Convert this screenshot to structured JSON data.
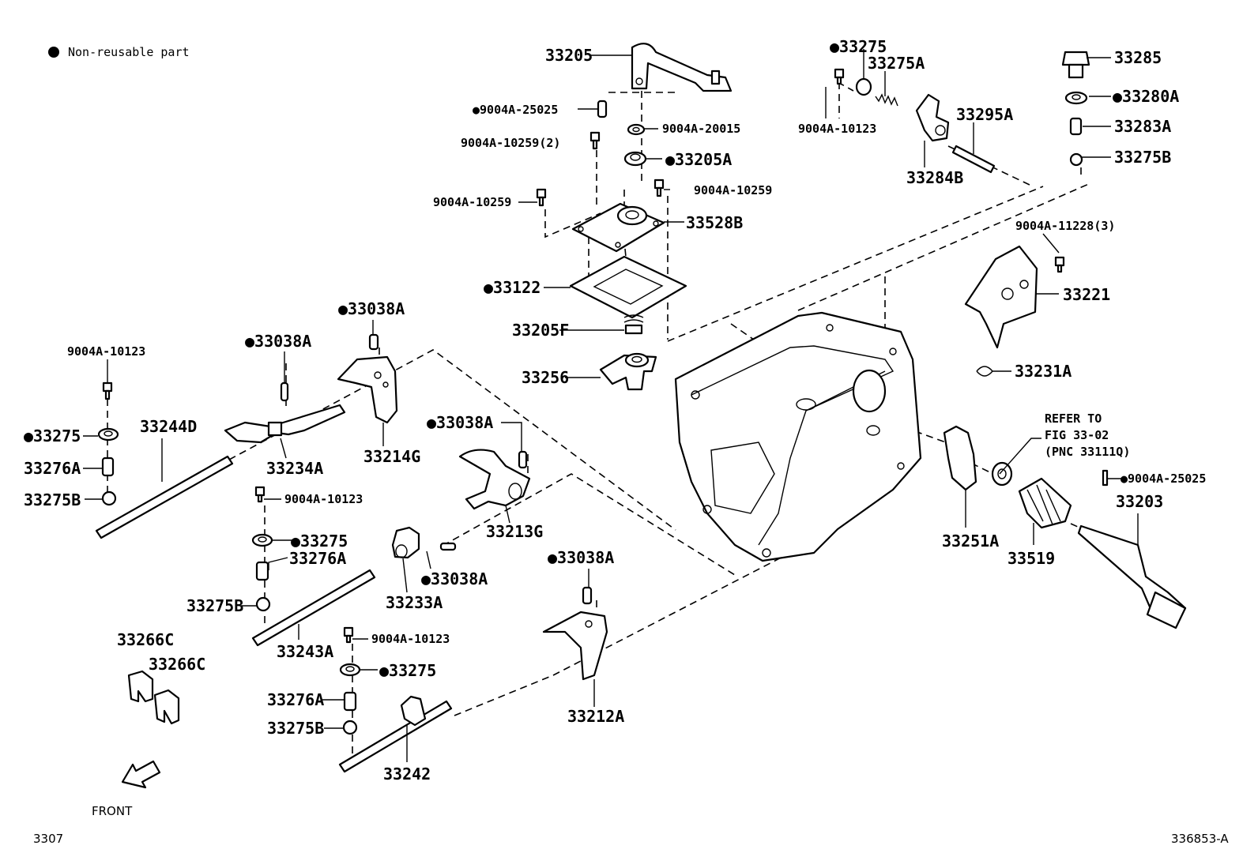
{
  "legend": {
    "marker": "●",
    "text": "Non-reusable part"
  },
  "front_label": "FRONT",
  "fig_code": "3307",
  "drawing_code": "336853-A",
  "refer_note": [
    "REFER TO",
    "FIG 33-02",
    "(PNC 33111Q)"
  ],
  "callouts": [
    {
      "text": "33205"
    },
    {
      "text": "●9004A-25025"
    },
    {
      "text": "9004A-20015"
    },
    {
      "text": "9004A-10259(2)"
    },
    {
      "text": "●33205A"
    },
    {
      "text": "9004A-10259"
    },
    {
      "text": "9004A-10259"
    },
    {
      "text": "33528B"
    },
    {
      "text": "●33122"
    },
    {
      "text": "33205F"
    },
    {
      "text": "33256"
    },
    {
      "text": "●33275"
    },
    {
      "text": "33275A"
    },
    {
      "text": "9004A-10123"
    },
    {
      "text": "33295A"
    },
    {
      "text": "33284B"
    },
    {
      "text": "33285"
    },
    {
      "text": "●33280A"
    },
    {
      "text": "33283A"
    },
    {
      "text": "33275B"
    },
    {
      "text": "9004A-11228(3)"
    },
    {
      "text": "33221"
    },
    {
      "text": "33231A"
    },
    {
      "text": "●33038A"
    },
    {
      "text": "●33038A"
    },
    {
      "text": "9004A-10123"
    },
    {
      "text": "●33275"
    },
    {
      "text": "33244D"
    },
    {
      "text": "33276A"
    },
    {
      "text": "33275B"
    },
    {
      "text": "33234A"
    },
    {
      "text": "33214G"
    },
    {
      "text": "●33038A"
    },
    {
      "text": "33213G"
    },
    {
      "text": "9004A-10123"
    },
    {
      "text": "●33275"
    },
    {
      "text": "33276A"
    },
    {
      "text": "33275B"
    },
    {
      "text": "33233A"
    },
    {
      "text": "●33038A"
    },
    {
      "text": "33243A"
    },
    {
      "text": "●33038A"
    },
    {
      "text": "33212A"
    },
    {
      "text": "33266C"
    },
    {
      "text": "33266C"
    },
    {
      "text": "9004A-10123"
    },
    {
      "text": "●33275"
    },
    {
      "text": "33276A"
    },
    {
      "text": "33275B"
    },
    {
      "text": "33242"
    },
    {
      "text": "33251A"
    },
    {
      "text": "33519"
    },
    {
      "text": "●9004A-25025"
    },
    {
      "text": "33203"
    }
  ]
}
